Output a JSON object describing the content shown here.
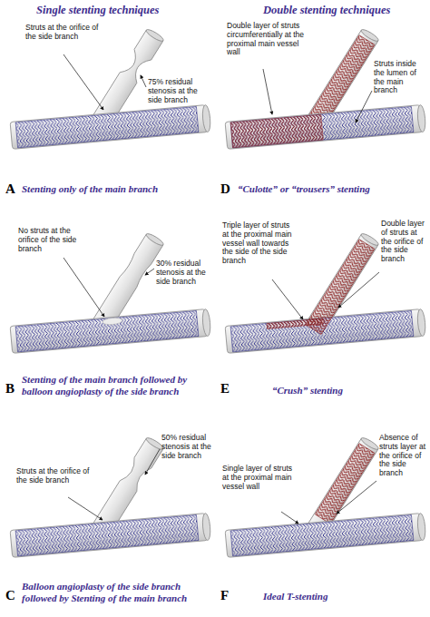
{
  "diagram": {
    "labels": [
      "Single stenting techniques",
      "Double stenting techniques",
      "Struts at the orifice of the side branch",
      "75% residual stenosis at the side branch",
      "A",
      "Stenting only of the main branch",
      "Double layer of struts circumferentially at the proximal main vessel wall",
      "Struts inside the lumen of the main branch",
      "D",
      "“Culotte” or “trousers” stenting",
      "No struts at the orifice of the side branch",
      "30% residual stenosis at the side branch",
      "B",
      "Stenting of the main branch followed by balloon angioplasty of the side branch",
      "Triple layer of struts at the proximal main vessel wall towards the side of the side branch",
      "Double layer of struts at the orifice of the side branch",
      "E",
      "“Crush” stenting",
      "Struts at the orifice of the side branch",
      "50% residual stenosis at the side branch",
      "C",
      "Balloon angioplasty of the side branch followed by Stenting of the main branch",
      "Single layer of struts at the proximal main vessel wall",
      "Absence of struts layer at the orifice of the side branch",
      "F",
      "Ideal T-stenting"
    ]
  }
}
